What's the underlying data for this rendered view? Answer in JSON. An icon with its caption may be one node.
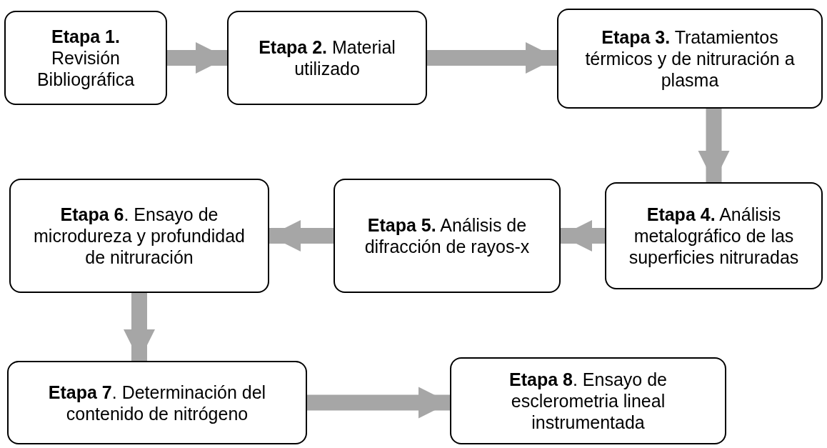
{
  "diagram": {
    "nodes": [
      {
        "text": [
          "**Etapa 1.** Revisión Bibliográfica"
        ]
      },
      {
        "text": [
          "**Etapa 2.** Material utilizado"
        ]
      },
      {
        "text": [
          "**Etapa 3.** Tratamientos térmicos y de nitruración a plasma"
        ]
      },
      {
        "text": [
          "**Etapa 4.** Análisis metalográfico de las superficies nitruradas"
        ]
      },
      {
        "text": [
          "**Etapa 5.** Análisis de difracción de rayos-x"
        ]
      },
      {
        "text": [
          "**Etapa 6**. Ensayo de microdureza y profundidad de nitruración"
        ]
      },
      {
        "text": [
          "**Etapa 7**. Determinación del contenido de nitrógeno"
        ]
      },
      {
        "text": [
          "**Etapa 8**. Ensayo de esclerometria lineal instrumentada"
        ]
      }
    ],
    "edges": [
      {
        "from": 0,
        "to": 1,
        "arrow": "to"
      },
      {
        "from": 1,
        "to": 2,
        "arrow": "to"
      },
      {
        "from": 2,
        "to": 3,
        "arrow": "to"
      },
      {
        "from": 3,
        "to": 4,
        "arrow": "to"
      },
      {
        "from": 4,
        "to": 5,
        "arrow": "to"
      },
      {
        "from": 5,
        "to": 6,
        "arrow": "to"
      },
      {
        "from": 6,
        "to": 7,
        "arrow": "to"
      }
    ]
  }
}
